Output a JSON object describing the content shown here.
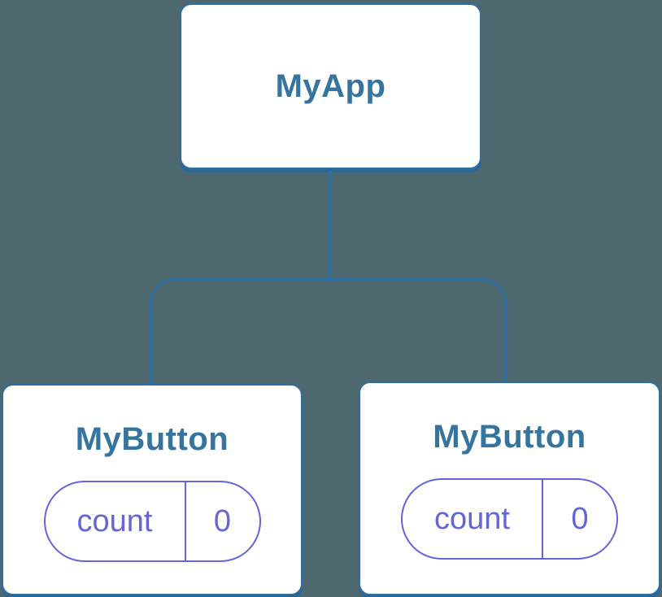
{
  "diagram": {
    "type": "component-tree",
    "root": {
      "label": "MyApp"
    },
    "children": [
      {
        "label": "MyButton",
        "state": {
          "name": "count",
          "value": "0"
        }
      },
      {
        "label": "MyButton",
        "state": {
          "name": "count",
          "value": "0"
        }
      }
    ]
  },
  "colors": {
    "background": "#4e6870",
    "node_fill": "#ffffff",
    "node_stroke": "#2e6f9f",
    "node_shadow": "#2b6794",
    "node_text": "#35749e",
    "connector": "#2e6f9f",
    "state_accent": "#6365d9"
  }
}
